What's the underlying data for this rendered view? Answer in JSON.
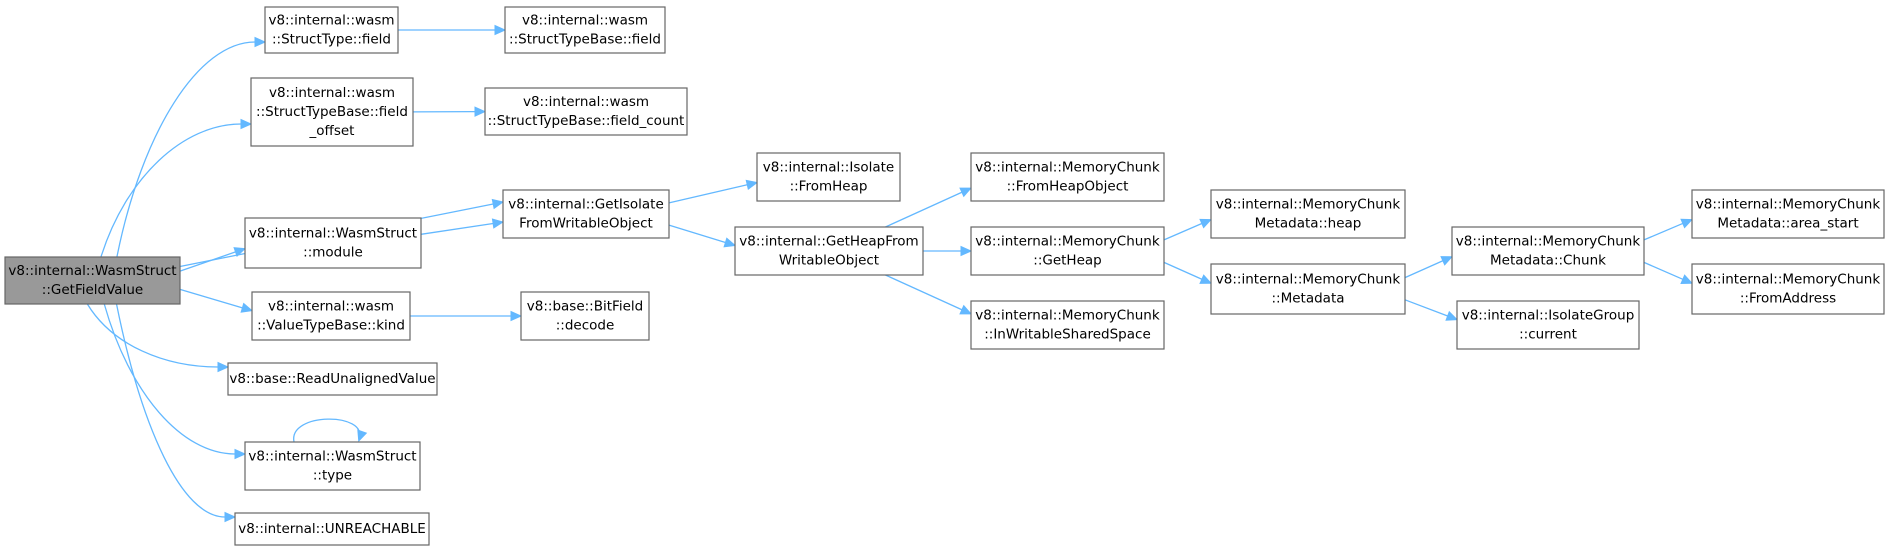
{
  "nodes": [
    {
      "id": "root",
      "lines": [
        "v8::internal::WasmStruct",
        "::GetFieldValue"
      ]
    },
    {
      "id": "n_structtype_field",
      "lines": [
        "v8::internal::wasm",
        "::StructType::field"
      ]
    },
    {
      "id": "n_structtypebase_field",
      "lines": [
        "v8::internal::wasm",
        "::StructTypeBase::field"
      ]
    },
    {
      "id": "n_field_offset",
      "lines": [
        "v8::internal::wasm",
        "::StructTypeBase::field",
        "_offset"
      ]
    },
    {
      "id": "n_field_count",
      "lines": [
        "v8::internal::wasm",
        "::StructTypeBase::field_count"
      ]
    },
    {
      "id": "n_getisolate",
      "lines": [
        "v8::internal::GetIsolate",
        "FromWritableObject"
      ]
    },
    {
      "id": "n_isolate_fromheap",
      "lines": [
        "v8::internal::Isolate",
        "::FromHeap"
      ]
    },
    {
      "id": "n_getheapfrom",
      "lines": [
        "v8::internal::GetHeapFrom",
        "WritableObject"
      ]
    },
    {
      "id": "n_mc_fromheapobject",
      "lines": [
        "v8::internal::MemoryChunk",
        "::FromHeapObject"
      ]
    },
    {
      "id": "n_mc_getheap",
      "lines": [
        "v8::internal::MemoryChunk",
        "::GetHeap"
      ]
    },
    {
      "id": "n_mc_inwritable",
      "lines": [
        "v8::internal::MemoryChunk",
        "::InWritableSharedSpace"
      ]
    },
    {
      "id": "n_mcm_heap",
      "lines": [
        "v8::internal::MemoryChunk",
        "Metadata::heap"
      ]
    },
    {
      "id": "n_mc_metadata",
      "lines": [
        "v8::internal::MemoryChunk",
        "::Metadata"
      ]
    },
    {
      "id": "n_mcm_chunk",
      "lines": [
        "v8::internal::MemoryChunk",
        "Metadata::Chunk"
      ]
    },
    {
      "id": "n_isolategroup",
      "lines": [
        "v8::internal::IsolateGroup",
        "::current"
      ]
    },
    {
      "id": "n_mcm_areastart",
      "lines": [
        "v8::internal::MemoryChunk",
        "Metadata::area_start"
      ]
    },
    {
      "id": "n_mc_fromaddress",
      "lines": [
        "v8::internal::MemoryChunk",
        "::FromAddress"
      ]
    },
    {
      "id": "n_wasmstruct_module",
      "lines": [
        "v8::internal::WasmStruct",
        "::module"
      ]
    },
    {
      "id": "n_valuetype_kind",
      "lines": [
        "v8::internal::wasm",
        "::ValueTypeBase::kind"
      ]
    },
    {
      "id": "n_bitfield_decode",
      "lines": [
        "v8::base::BitField",
        "::decode"
      ]
    },
    {
      "id": "n_readunaligned",
      "lines": [
        "v8::base::ReadUnalignedValue"
      ]
    },
    {
      "id": "n_wasmstruct_type",
      "lines": [
        "v8::internal::WasmStruct",
        "::type"
      ]
    },
    {
      "id": "n_unreachable",
      "lines": [
        "v8::internal::UNREACHABLE"
      ]
    }
  ],
  "edges": [
    {
      "from": "root",
      "to": "n_structtype_field"
    },
    {
      "from": "root",
      "to": "n_field_offset"
    },
    {
      "from": "root",
      "to": "n_getisolate"
    },
    {
      "from": "root",
      "to": "n_wasmstruct_module"
    },
    {
      "from": "root",
      "to": "n_valuetype_kind"
    },
    {
      "from": "root",
      "to": "n_readunaligned"
    },
    {
      "from": "root",
      "to": "n_wasmstruct_type"
    },
    {
      "from": "root",
      "to": "n_unreachable"
    },
    {
      "from": "n_structtype_field",
      "to": "n_structtypebase_field"
    },
    {
      "from": "n_field_offset",
      "to": "n_field_count"
    },
    {
      "from": "n_wasmstruct_module",
      "to": "n_getisolate"
    },
    {
      "from": "n_getisolate",
      "to": "n_isolate_fromheap"
    },
    {
      "from": "n_getisolate",
      "to": "n_getheapfrom"
    },
    {
      "from": "n_getheapfrom",
      "to": "n_mc_fromheapobject"
    },
    {
      "from": "n_getheapfrom",
      "to": "n_mc_getheap"
    },
    {
      "from": "n_getheapfrom",
      "to": "n_mc_inwritable"
    },
    {
      "from": "n_mc_getheap",
      "to": "n_mcm_heap"
    },
    {
      "from": "n_mc_getheap",
      "to": "n_mc_metadata"
    },
    {
      "from": "n_mc_metadata",
      "to": "n_mcm_chunk"
    },
    {
      "from": "n_mc_metadata",
      "to": "n_isolategroup"
    },
    {
      "from": "n_mcm_chunk",
      "to": "n_mcm_areastart"
    },
    {
      "from": "n_mcm_chunk",
      "to": "n_mc_fromaddress"
    },
    {
      "from": "n_valuetype_kind",
      "to": "n_bitfield_decode"
    },
    {
      "from": "n_wasmstruct_type",
      "to": "n_wasmstruct_type"
    }
  ]
}
